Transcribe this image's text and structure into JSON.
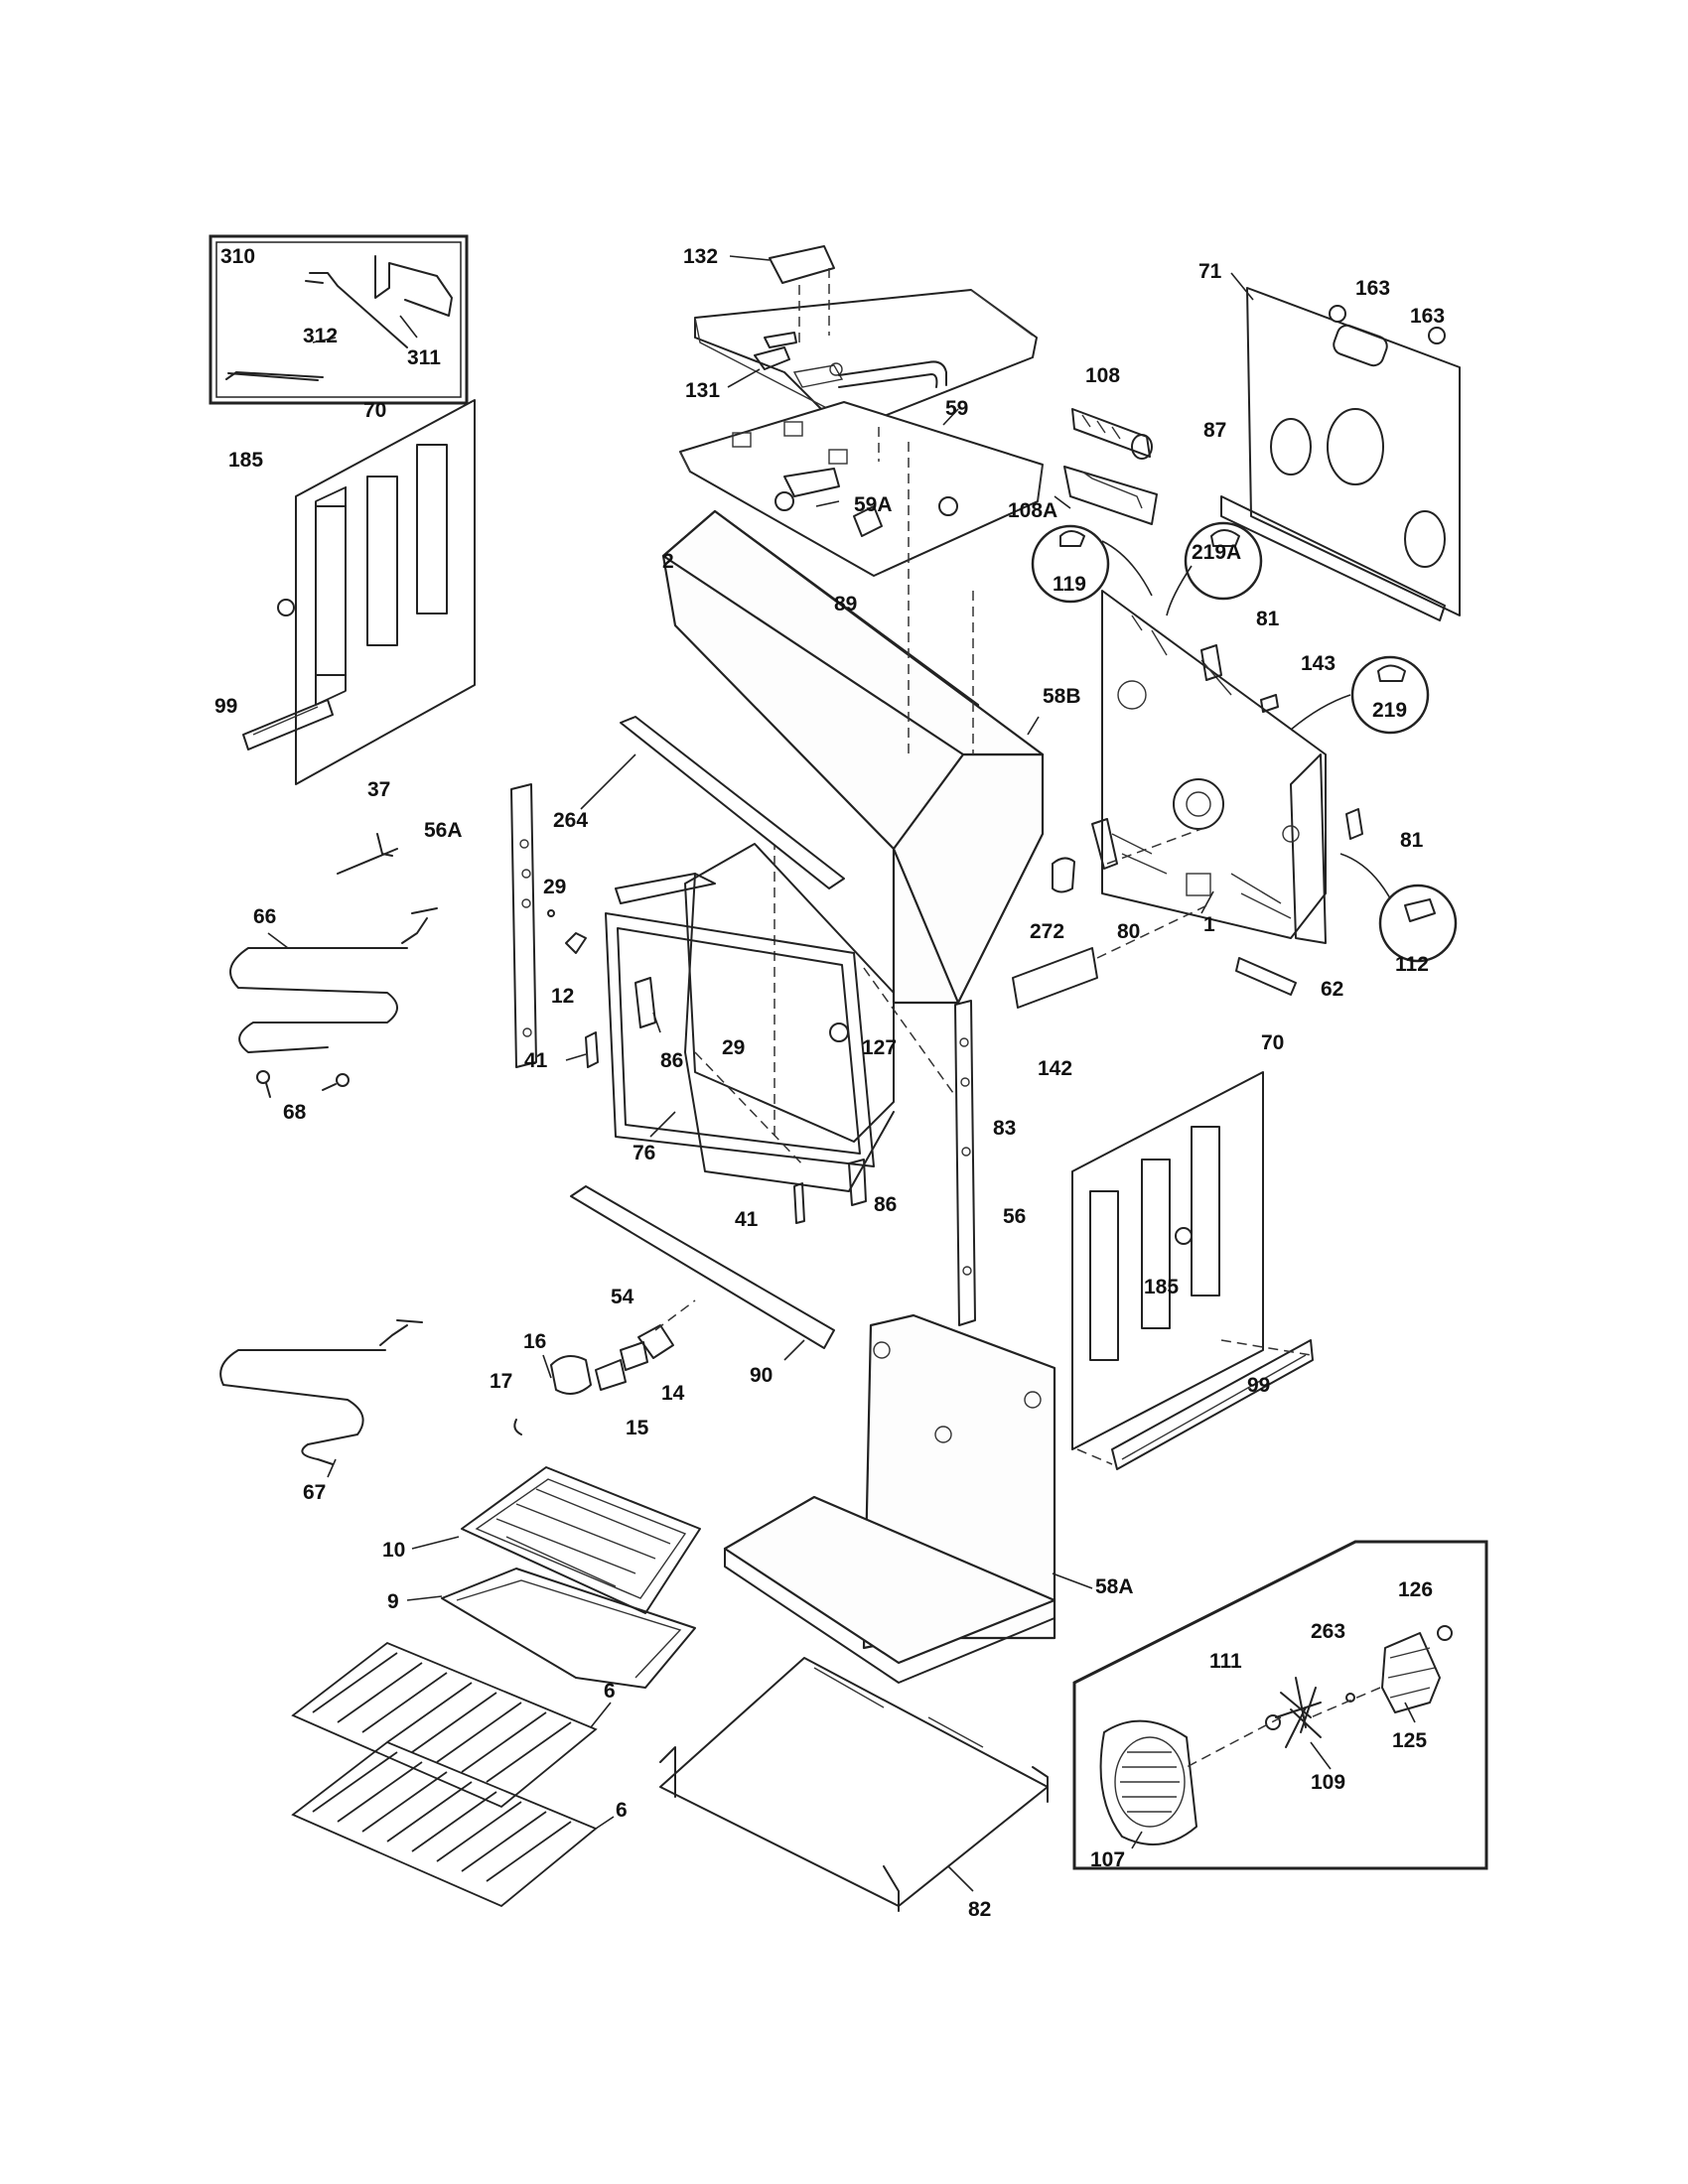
{
  "diagram": {
    "labels": {
      "l310": "310",
      "l312": "312",
      "l311": "311",
      "l132": "132",
      "l131": "131",
      "l59": "59",
      "l59A": "59A",
      "l108": "108",
      "l108A": "108A",
      "l163a": "163",
      "l163b": "163",
      "l71": "71",
      "l87": "87",
      "l70a": "70",
      "l185a": "185",
      "l99a": "99",
      "l2": "2",
      "l89": "89",
      "l119": "119",
      "l219A": "219A",
      "l219": "219",
      "l81a": "81",
      "l81b": "81",
      "l143": "143",
      "l58B": "58B",
      "l37": "37",
      "l56A": "56A",
      "l264": "264",
      "l29a": "29",
      "l29b": "29",
      "l66": "66",
      "l12": "12",
      "l272": "272",
      "l80": "80",
      "l1": "1",
      "l112": "112",
      "l62": "62",
      "l127": "127",
      "l142": "142",
      "l68": "68",
      "l41a": "41",
      "l41b": "41",
      "l86a": "86",
      "l86b": "86",
      "l76": "76",
      "l83": "83",
      "l70b": "70",
      "l56": "56",
      "l185b": "185",
      "l99b": "99",
      "l90": "90",
      "l54": "54",
      "l16": "16",
      "l17": "17",
      "l14": "14",
      "l15": "15",
      "l67": "67",
      "l10": "10",
      "l9": "9",
      "l58A": "58A",
      "l126": "126",
      "l263": "263",
      "l111": "111",
      "l125": "125",
      "l109": "109",
      "l107": "107",
      "l6a": "6",
      "l6b": "6",
      "l82": "82"
    }
  }
}
